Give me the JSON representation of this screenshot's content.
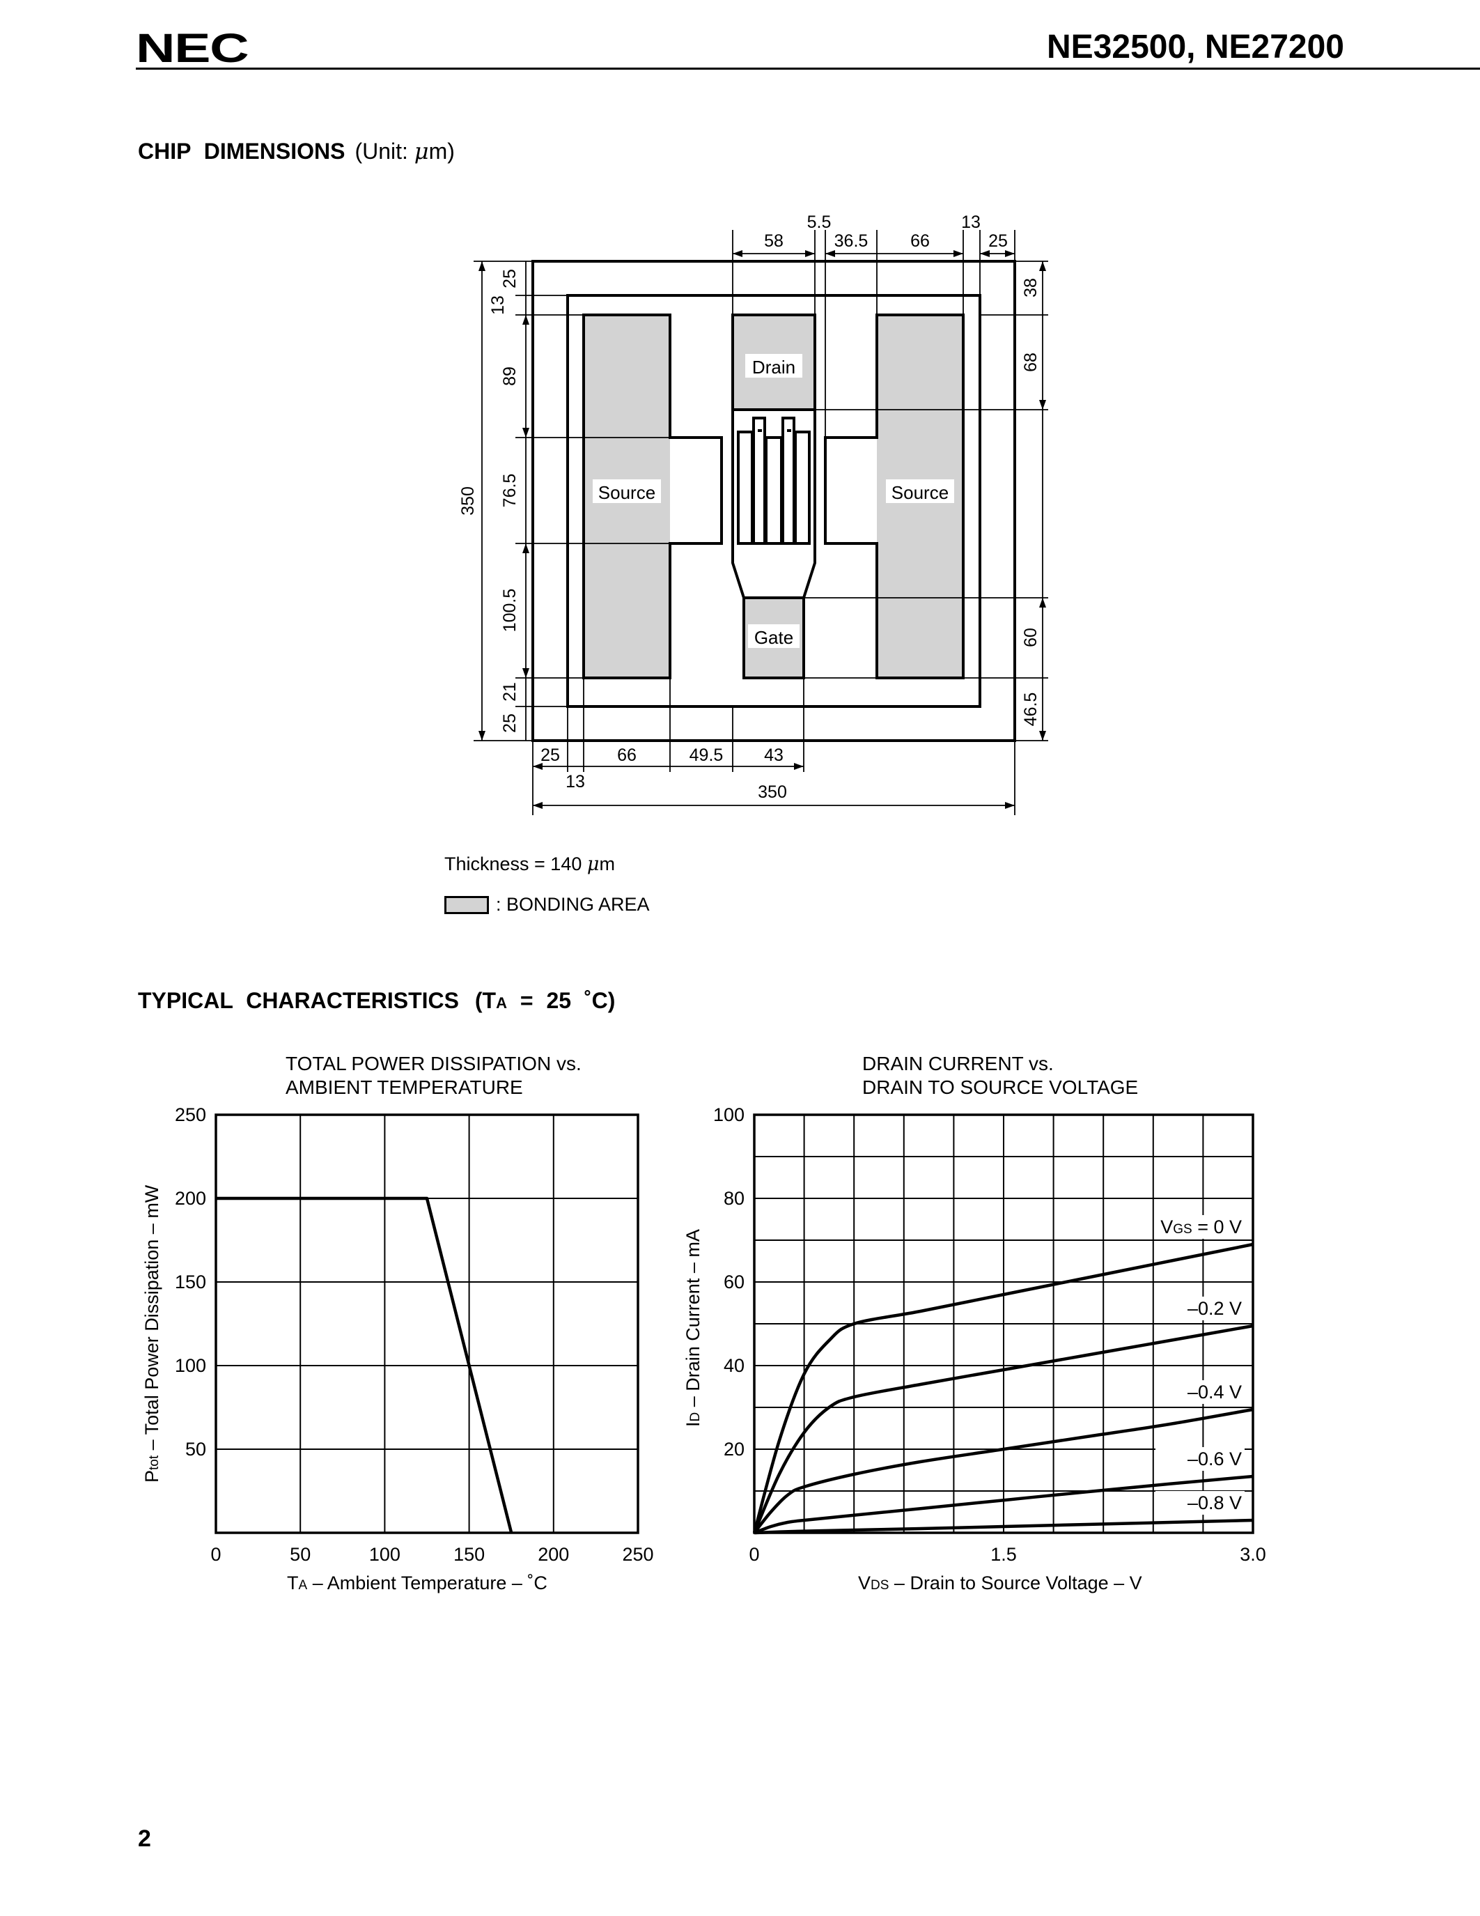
{
  "header": {
    "logo": "NEC",
    "doc_title": "NE32500, NE27200"
  },
  "chip": {
    "title": "CHIP  DIMENSIONS",
    "unit_label": "(Unit: ",
    "unit_mu": "μ",
    "unit_end": "m)",
    "pads": {
      "drain": "Drain",
      "gate": "Gate",
      "source_left": "Source",
      "source_right": "Source"
    },
    "dims_top": [
      "5.5",
      "13",
      "58",
      "36.5",
      "66",
      "25"
    ],
    "dims_left": [
      "25",
      "13",
      "89",
      "76.5",
      "100.5",
      "21",
      "25",
      "350"
    ],
    "dims_right": [
      "38",
      "68",
      "60",
      "46.5"
    ],
    "dims_bottom": [
      "25",
      "66",
      "49.5",
      "43",
      "13",
      "350"
    ],
    "thickness_label": "Thickness = 140 ",
    "thickness_mu": "μ",
    "thickness_end": "m",
    "legend_label": ":  BONDING AREA"
  },
  "typical": {
    "title": "TYPICAL  CHARACTERISTICS",
    "cond": "(T",
    "cond_sub": "A",
    "cond_end": " = 25 ˚C)"
  },
  "chart_data": [
    {
      "type": "line",
      "title": "TOTAL POWER DISSIPATION vs.\nAMBIENT TEMPERATURE",
      "xlabel_main": "T",
      "xlabel_sub": "A",
      "xlabel_rest": " – Ambient Temperature – ˚C",
      "ylabel_main": "P",
      "ylabel_sub": "tot",
      "ylabel_rest": " – Total Power Dissipation – mW",
      "xlim": [
        0,
        250
      ],
      "ylim": [
        0,
        250
      ],
      "x_ticks": [
        "0",
        "50",
        "100",
        "150",
        "200",
        "250"
      ],
      "y_ticks": [
        "250",
        "200",
        "150",
        "100",
        "50"
      ],
      "grid": true,
      "series": [
        {
          "x": [
            0,
            125,
            175
          ],
          "y": [
            200,
            200,
            0
          ]
        }
      ]
    },
    {
      "type": "line",
      "title": "DRAIN CURRENT vs.\nDRAIN TO SOURCE VOLTAGE",
      "xlabel_main": "V",
      "xlabel_sub": "DS",
      "xlabel_rest": " – Drain to Source Voltage – V",
      "ylabel_main": "I",
      "ylabel_sub": "D",
      "ylabel_rest": " – Drain Current – mA",
      "xlim": [
        0,
        3.0
      ],
      "ylim": [
        0,
        100
      ],
      "x_ticks": [
        "0",
        "1.5",
        "3.0"
      ],
      "y_ticks": [
        "100",
        "80",
        "60",
        "40",
        "20"
      ],
      "grid": true,
      "series": [
        {
          "name": "V",
          "name_sub": "GS",
          "name_rest": " = 0 V",
          "x": [
            0,
            0.15,
            0.3,
            0.45,
            0.6,
            1.0,
            1.5,
            2.0,
            2.5,
            3.0
          ],
          "y": [
            0,
            22,
            38,
            46,
            50,
            53,
            57,
            61,
            65,
            69
          ]
        },
        {
          "name": "–0.2 V",
          "x": [
            0,
            0.15,
            0.3,
            0.45,
            0.6,
            1.0,
            1.5,
            2.0,
            2.5,
            3.0
          ],
          "y": [
            0,
            14,
            24,
            30,
            32.5,
            35.5,
            39,
            42.5,
            46,
            49.5
          ]
        },
        {
          "name": "–0.4 V",
          "x": [
            0,
            0.1,
            0.2,
            0.3,
            0.6,
            1.0,
            1.5,
            2.0,
            2.5,
            3.0
          ],
          "y": [
            0,
            5,
            9,
            11,
            14,
            17,
            20,
            23,
            26,
            29.5
          ]
        },
        {
          "name": "–0.6 V",
          "x": [
            0,
            0.1,
            0.2,
            0.3,
            0.6,
            1.0,
            1.5,
            2.0,
            2.5,
            3.0
          ],
          "y": [
            0,
            1.5,
            2.5,
            3,
            4.2,
            5.8,
            7.8,
            9.8,
            11.7,
            13.5
          ]
        },
        {
          "name": "–0.8 V",
          "x": [
            0,
            0.3,
            1.0,
            1.5,
            2.0,
            2.5,
            3.0
          ],
          "y": [
            0,
            0.4,
            1,
            1.5,
            2,
            2.5,
            3
          ]
        }
      ]
    }
  ],
  "footer": {
    "page": "2"
  }
}
